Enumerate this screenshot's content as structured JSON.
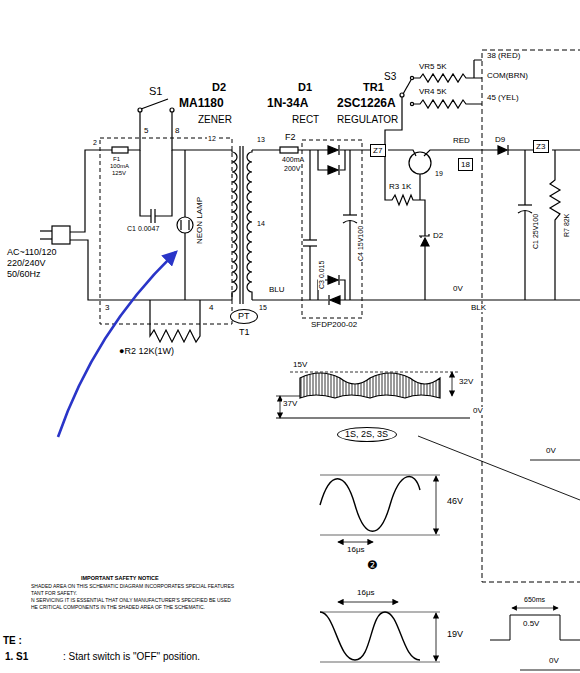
{
  "diagram": {
    "nodes": [
      {
        "text": [
          "Z7"
        ]
      },
      {
        "text": [
          "18"
        ]
      },
      {
        "text": [
          "Z3"
        ]
      },
      {
        "text": [
          "1S, 2S, 3S"
        ]
      },
      {
        "text": [
          "PT"
        ]
      }
    ],
    "labels": [
      "D2",
      "MA1180",
      "ZENER",
      "D1",
      "1N-34A",
      "RECT",
      "TR1",
      "2SC1226A",
      "REGULATOR",
      "S1",
      "S3",
      "VR5 5K",
      "VR4 5K",
      "38 (RED)",
      "COM(BRN)",
      "45 (YEL)",
      "F1",
      "100mA",
      "125V",
      "2",
      "5",
      "8",
      "C1 0.0047",
      "NEON LAMP",
      "12",
      "13",
      "14",
      "15",
      "BLU",
      "3",
      "4",
      "T1",
      "●R2 12K(1W)",
      "AC~110/120",
      "220/240V",
      "50/60Hz",
      "F2",
      "400mA",
      "200V",
      "C3 0.015",
      "C4 15V100",
      "R3 1K",
      "D2",
      "19",
      "RED",
      "D9",
      "0V",
      "BLK",
      "SFDP200-02",
      "C1 25V100",
      "R7 82K",
      "15V",
      "32V",
      "37V",
      "0V",
      "46V",
      "16μs",
      "❷",
      "16μs",
      "19V",
      "650ms",
      "0.5V",
      "0V",
      "0V",
      "IMPORTANT SAFETY NOTICE",
      "SHADED AREA ON THIS SCHEMATIC DIAGRAM INCORPORATES SPECIAL FEATURES",
      "TANT FOR SAFETY.",
      "N SERVICING IT IS ESSENTIAL THAT ONLY MANUFACTURER'S SPECIFIED BE USED",
      "HE CRITICAL COMPONENTS IN THE SHADED AREA OF THE SCHEMATIC.",
      "TE :",
      "1. S1",
      ": Start switch is \"OFF\" position."
    ]
  }
}
